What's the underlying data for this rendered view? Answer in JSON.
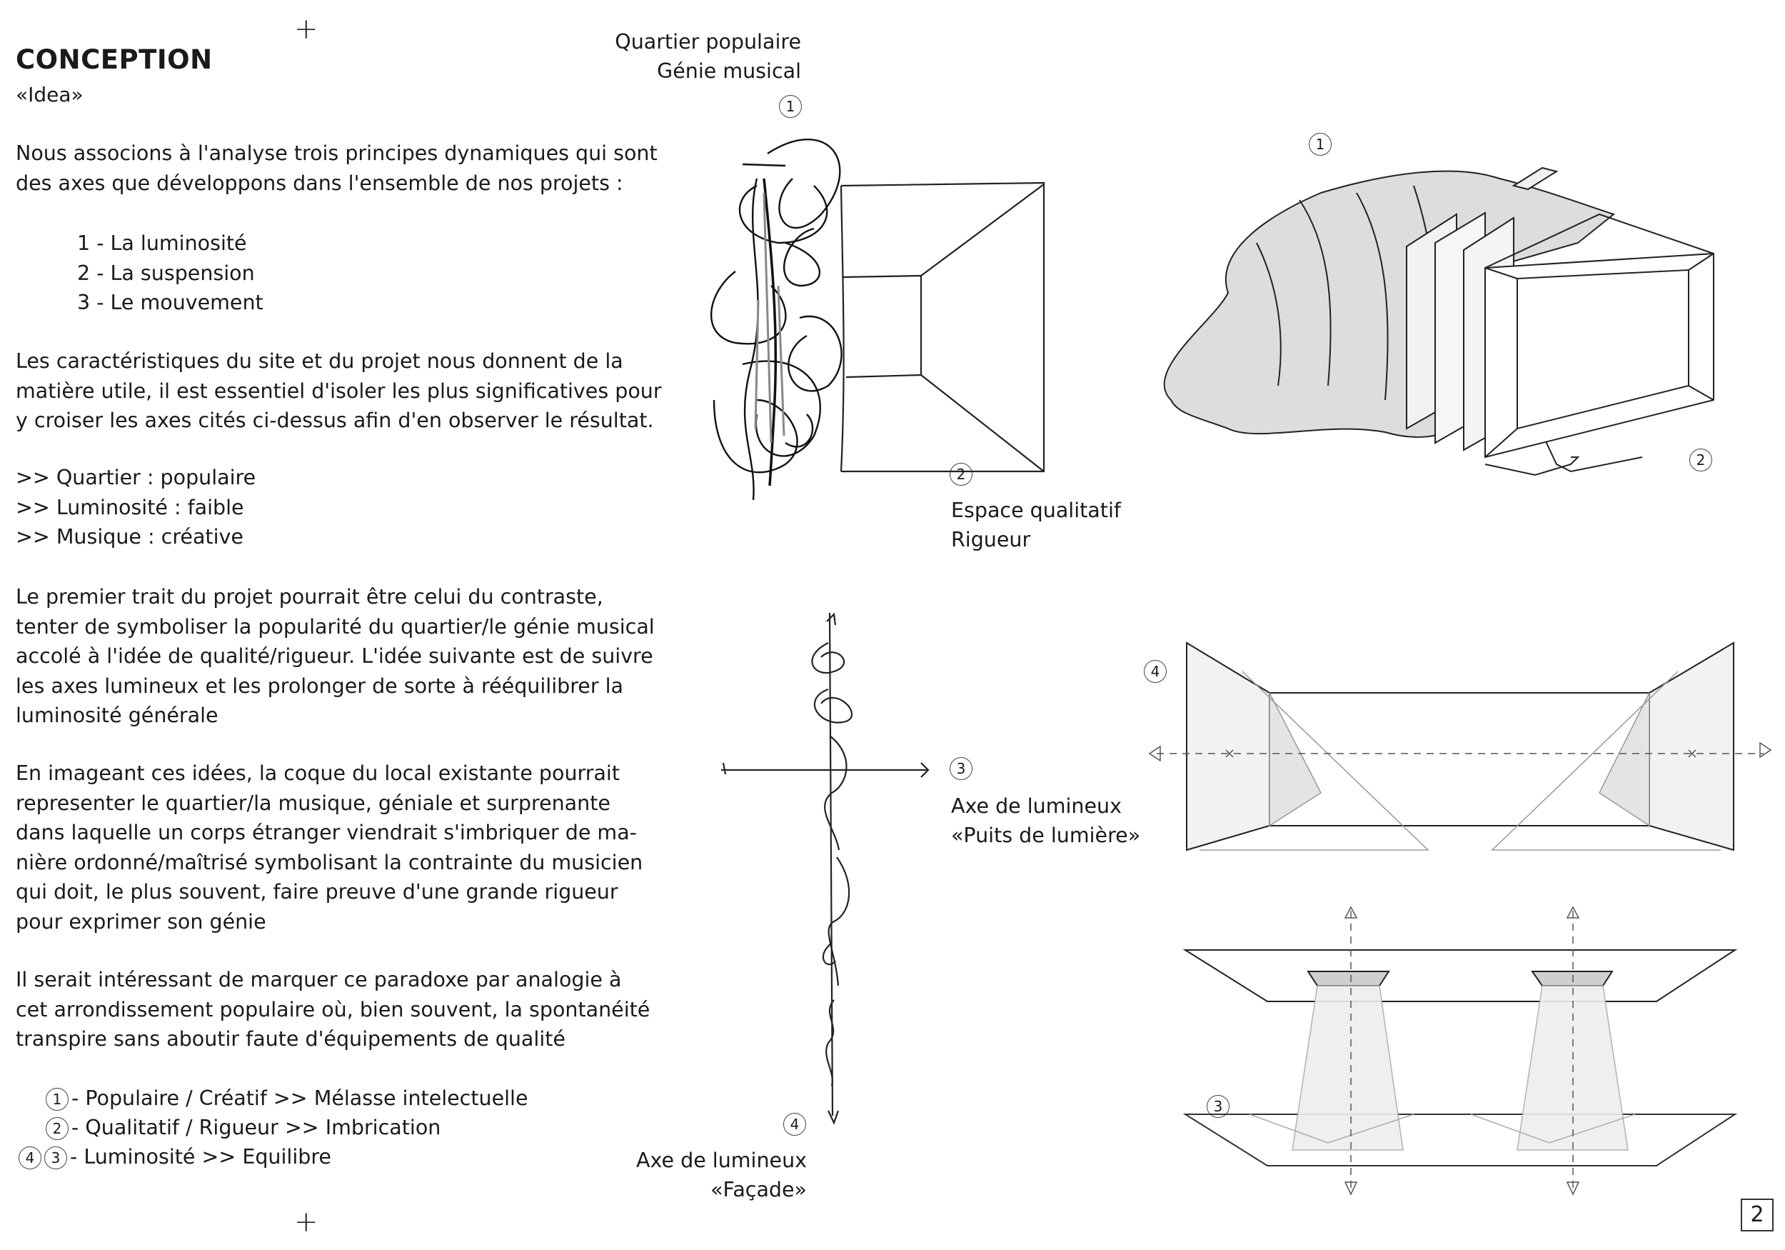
{
  "header": {
    "title": "CONCEPTION",
    "subtitle": "«Idea»"
  },
  "intro": {
    "lines": [
      "Nous associons à l'analyse trois principes dynamiques qui sont",
      "des axes que développons dans l'ensemble de nos projets :"
    ]
  },
  "principles": [
    "1 - La luminosité",
    "2 - La suspension",
    "3 - Le mouvement"
  ],
  "site": {
    "lines": [
      "Les caractéristiques du site et du projet nous donnent de la",
      "matière utile, il est essentiel d'isoler les plus significatives pour",
      "y croiser les axes cités ci-dessus afin d'en observer le résultat."
    ]
  },
  "traits": [
    ">> Quartier : populaire",
    ">> Luminosité : faible",
    ">> Musique : créative"
  ],
  "contrast": {
    "lines": [
      "Le premier trait du projet pourrait être celui du contraste,",
      "tenter de symboliser la popularité du quartier/le génie musical",
      "accolé à l'idée de qualité/rigueur. L'idée suivante est de suivre",
      "les axes lumineux et les prolonger de sorte à rééquilibrer la",
      "luminosité générale"
    ]
  },
  "imagining": {
    "lines": [
      "En imageant ces idées, la coque du local existante pourrait",
      "representer le quartier/la musique, géniale et surprenante",
      "dans laquelle un corps étranger viendrait s'imbriquer de ma-",
      "nière ordonné/maîtrisé symbolisant la contrainte du musicien",
      "qui doit, le plus souvent, faire preuve d'une grande rigueur",
      "pour exprimer son génie"
    ]
  },
  "paradox": {
    "lines": [
      "Il serait intéressant de marquer ce paradoxe par analogie à",
      "cet arrondissement populaire où, bien souvent, la spontanéité",
      "transpire sans aboutir faute d'équipements de qualité"
    ]
  },
  "legend": [
    {
      "nums": [
        "1"
      ],
      "text": "- Populaire / Créatif >> Mélasse intelectuelle"
    },
    {
      "nums": [
        "2"
      ],
      "text": "- Qualitatif / Rigueur >> Imbrication"
    },
    {
      "nums": [
        "4",
        "3"
      ],
      "text": "- Luminosité >> Equilibre"
    }
  ],
  "captions": {
    "top_left": [
      "Quartier populaire",
      "Génie musical"
    ],
    "space": [
      "Espace qualitatif",
      "Rigueur"
    ],
    "axis_well": [
      "Axe de lumineux",
      "«Puits de lumière»"
    ],
    "axis_facade": [
      "Axe de lumineux",
      "«Façade»"
    ]
  },
  "markers": {
    "m1_a": "1",
    "m2_a": "2",
    "m1_b": "1",
    "m2_b": "2",
    "m3_axis": "3",
    "m4_axis": "4",
    "m4_room": "4",
    "m3_plates": "3"
  },
  "cross_mark": "+",
  "page_number": "2"
}
